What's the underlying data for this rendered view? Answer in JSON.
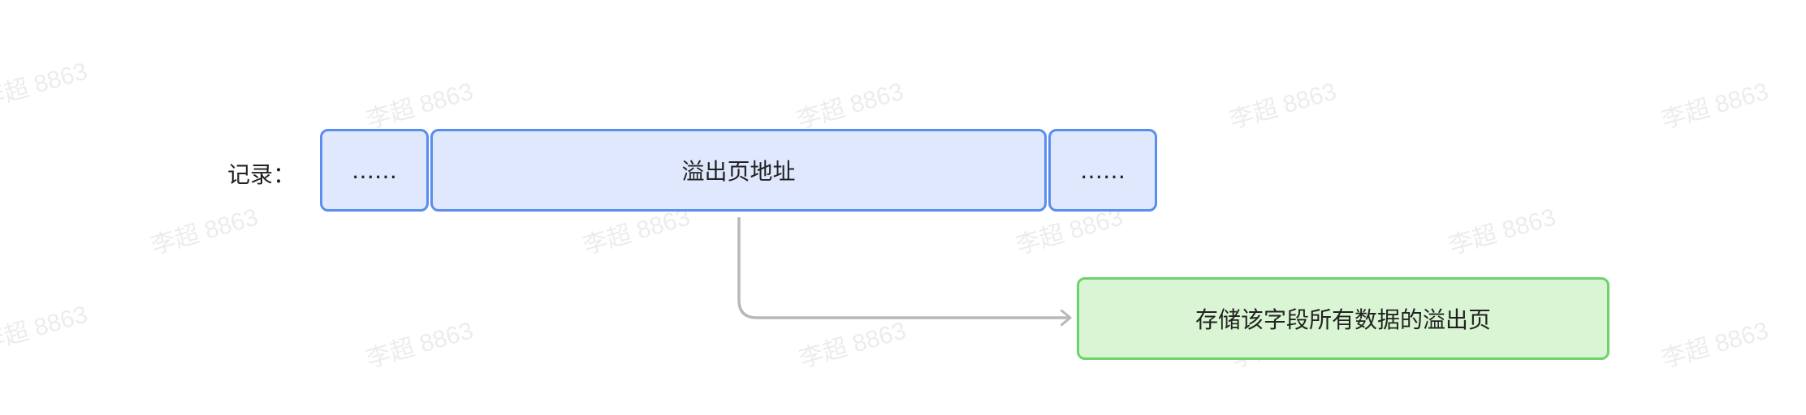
{
  "record_label": "记录：",
  "record_fields": [
    {
      "name": "field-ellipsis-left",
      "text": "……"
    },
    {
      "name": "field-overflow-address",
      "text": "溢出页地址"
    },
    {
      "name": "field-ellipsis-right",
      "text": "……"
    }
  ],
  "overflow_page": {
    "text": "存储该字段所有数据的溢出页"
  },
  "watermark": "李超 8863",
  "colors": {
    "field_fill": "#dfe8fc",
    "field_border": "#5b8def",
    "overflow_fill": "#d9f5d3",
    "overflow_border": "#6cd36a",
    "arrow": "#b8b8b8"
  }
}
